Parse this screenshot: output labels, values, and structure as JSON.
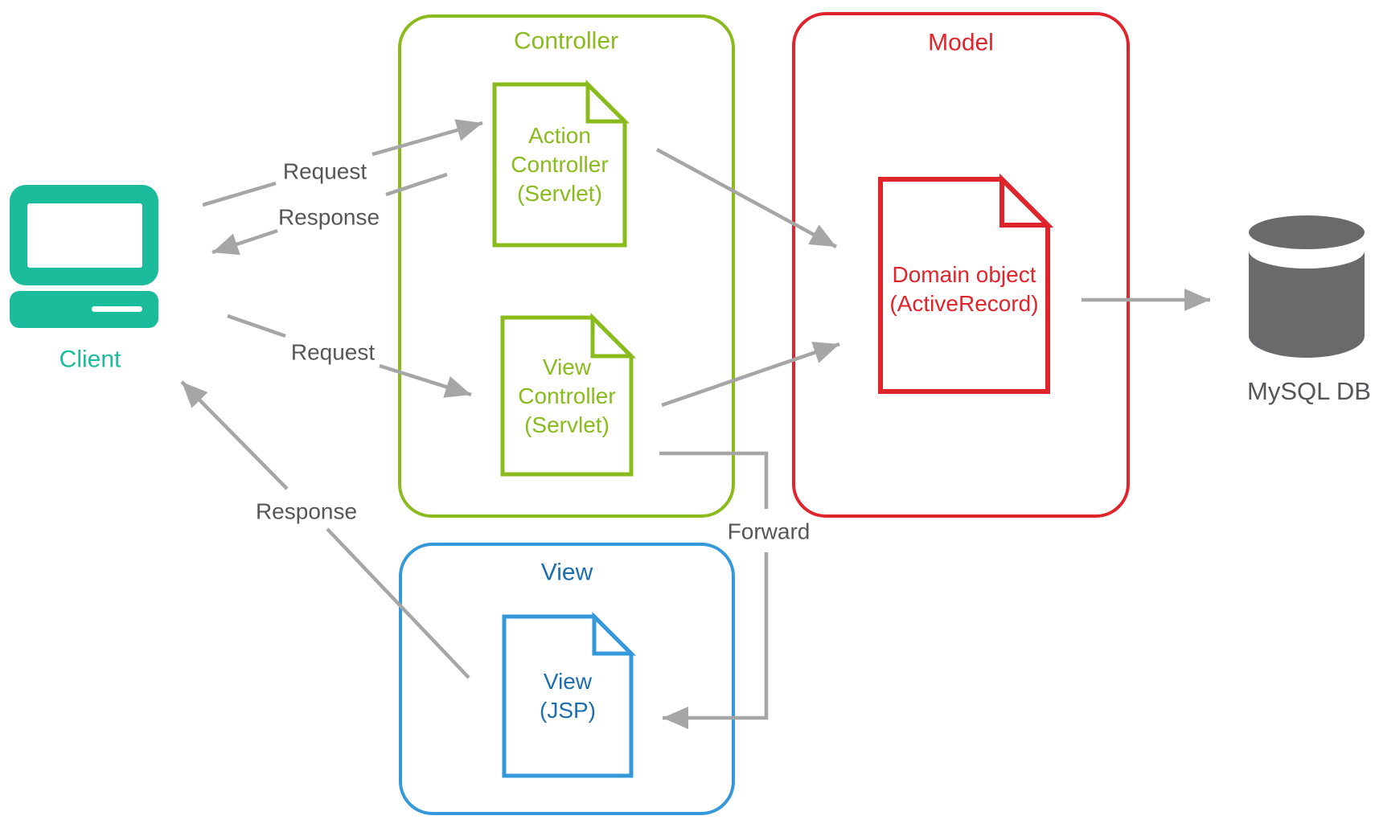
{
  "client": {
    "label": "Client"
  },
  "database": {
    "label": "MySQL DB"
  },
  "boxes": {
    "controller": {
      "title": "Controller"
    },
    "model": {
      "title": "Model"
    },
    "view": {
      "title": "View"
    }
  },
  "nodes": {
    "action_controller": {
      "lines": [
        "Action",
        "Controller",
        "(Servlet)"
      ]
    },
    "view_controller": {
      "lines": [
        "View",
        "Controller",
        "(Servlet)"
      ]
    },
    "domain_object": {
      "lines": [
        "Domain object",
        "(ActiveRecord)"
      ]
    },
    "view_jsp": {
      "lines": [
        "View",
        "(JSP)"
      ]
    }
  },
  "labels": {
    "request_top": "Request",
    "response_top": "Response",
    "request_mid": "Request",
    "response_bottom": "Response",
    "forward": "Forward"
  },
  "icons": {
    "client": "computer-icon",
    "database": "database-cylinder-icon",
    "controller_docs": "document-folded-corner-icon",
    "model_doc": "document-folded-corner-icon",
    "view_doc": "document-folded-corner-icon"
  },
  "colors": {
    "teal": "#1ABC9C",
    "green": "#8ABB1C",
    "red": "#E0242C",
    "blue_border": "#3598DB",
    "blue_text": "#1C6EAE",
    "arrow_gray": "#A6A6A6",
    "label_gray": "#55565A",
    "db_gray": "#6A6A6D"
  }
}
